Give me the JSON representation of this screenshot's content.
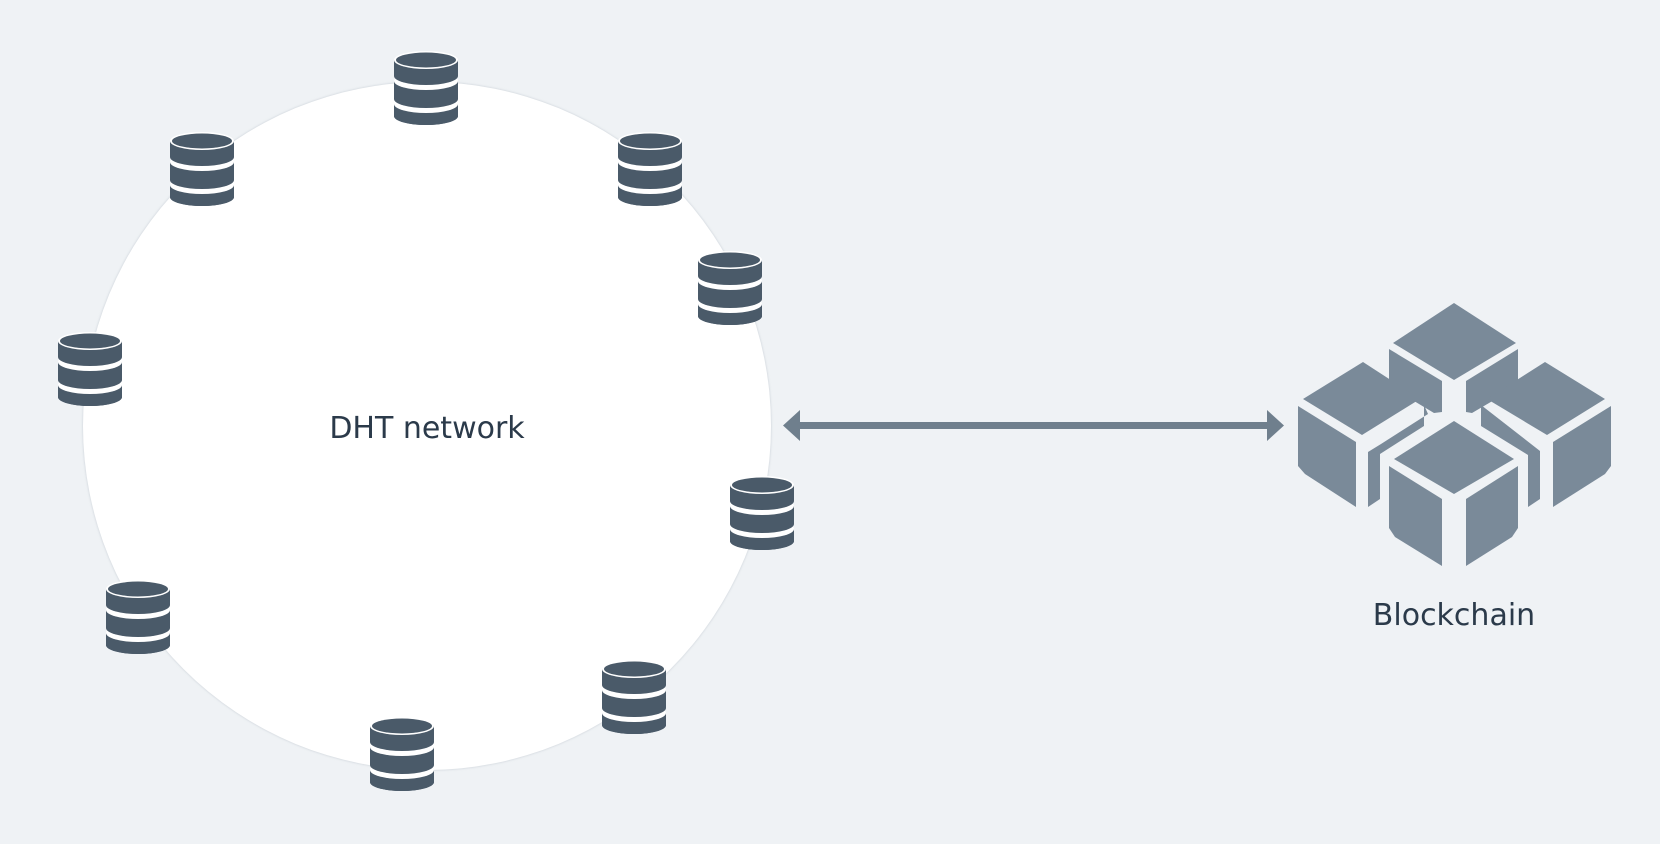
{
  "diagram": {
    "network_label": "DHT network",
    "blockchain_label": "Blockchain",
    "node_count": 9,
    "node_icon": "database-icon",
    "blockchain_icon": "blocks-icon",
    "connection": "bidirectional-arrow"
  },
  "colors": {
    "background": "#eff2f5",
    "ring_fill": "#ffffff",
    "node": "#4a5a69",
    "blocks": "#7a8a99",
    "arrow": "#6f7f8d",
    "text": "#2b3a4a"
  }
}
